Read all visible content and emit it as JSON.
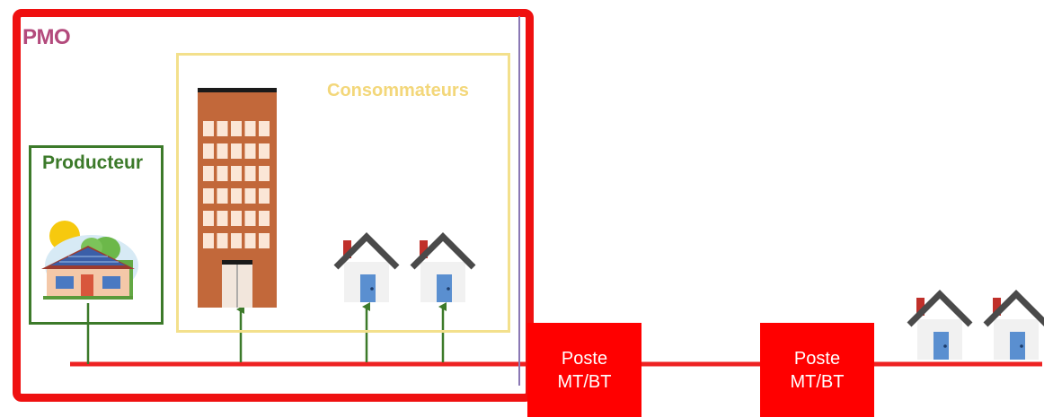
{
  "labels": {
    "pmo": "PMO",
    "producteur": "Producteur",
    "consommateurs": "Consommateurs"
  },
  "postes": [
    {
      "line1": "Poste",
      "line2": "MT/BT"
    },
    {
      "line1": "Poste",
      "line2": "MT/BT"
    }
  ],
  "colors": {
    "pmo_frame": "#ef1010",
    "producteur": "#3c7a2a",
    "consommateurs": "#f3e08c",
    "grid_line": "#ee2222",
    "poste": "#ff0000"
  },
  "icons": [
    "solar-house-icon",
    "office-building-icon",
    "house-icon"
  ]
}
